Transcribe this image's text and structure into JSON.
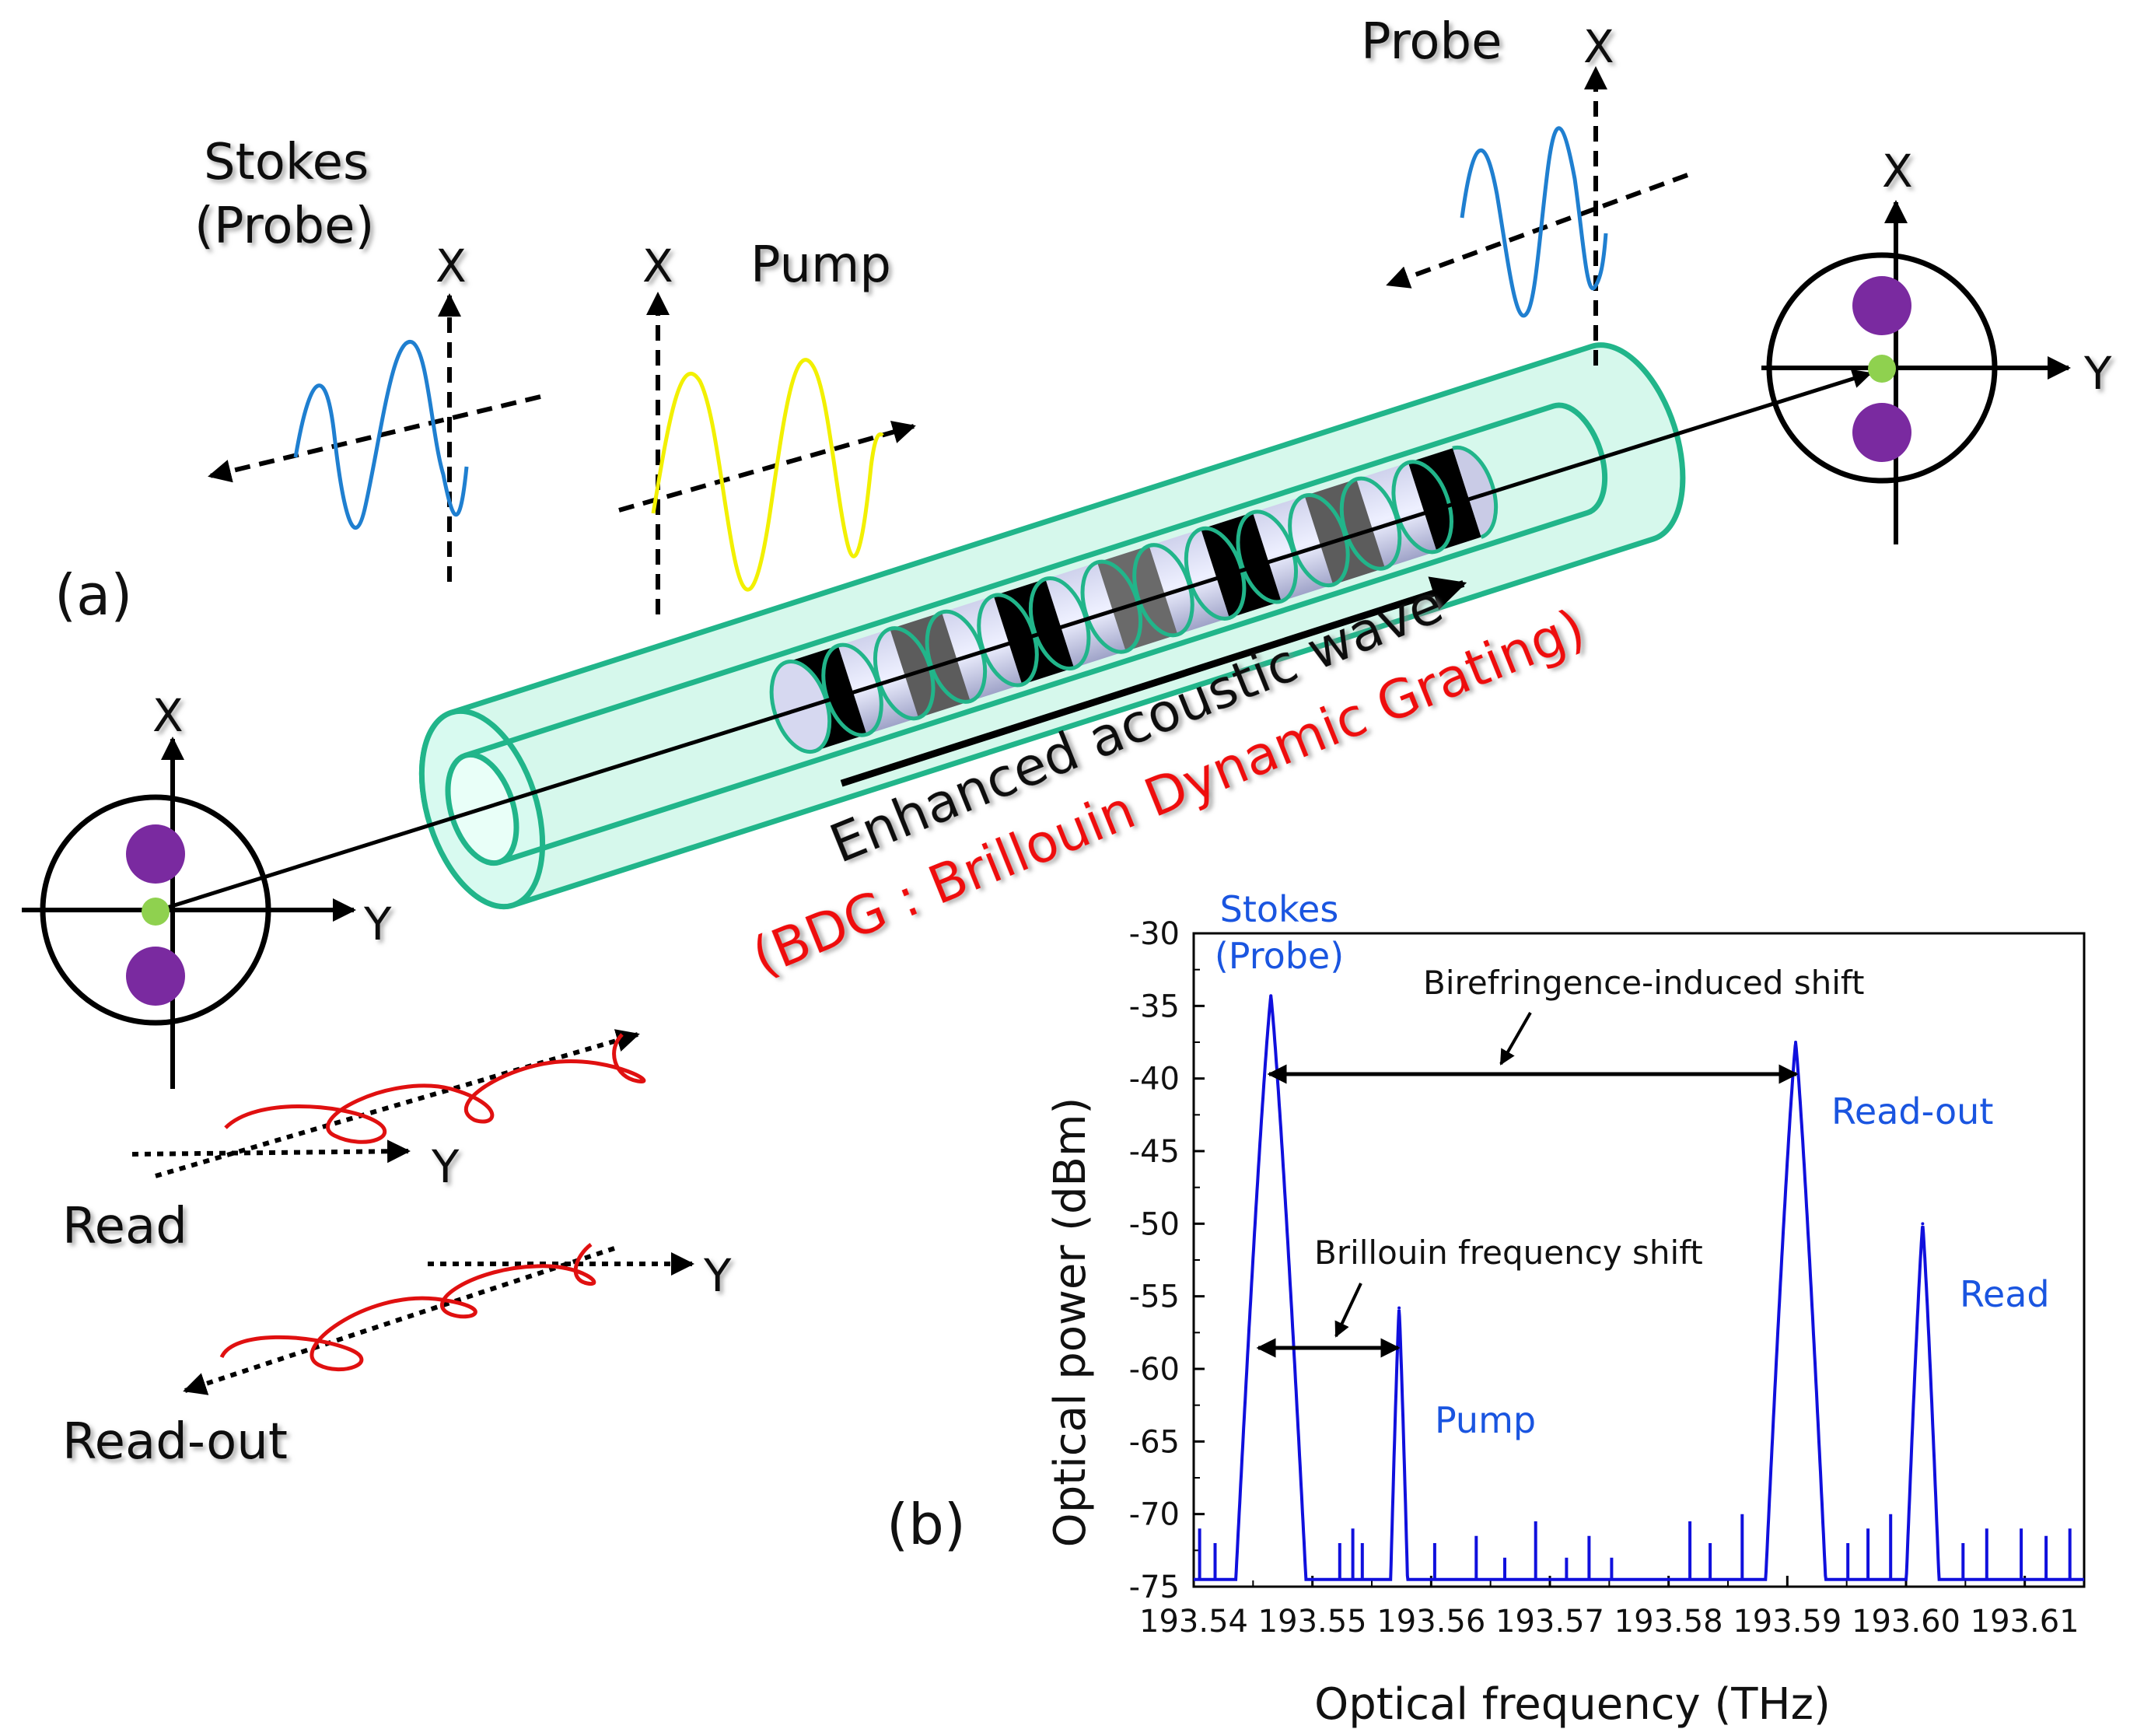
{
  "panel_a": {
    "panel_label": "(a)",
    "stokes_label_line1": "Stokes",
    "stokes_label_line2": "(Probe)",
    "pump_label": "Pump",
    "probe_label": "Probe",
    "read_label": "Read",
    "readout_label": "Read-out",
    "axis_x": "X",
    "axis_y": "Y",
    "wave_label": "Enhanced acoustic wave",
    "bdg_label": "(BDG : Brillouin Dynamic Grating)",
    "colors": {
      "fiber": "#21b58a",
      "fiber_fill": "#c8f5e6",
      "stokes_wave": "#1f7fd0",
      "pump_wave": "#f2f000",
      "read_wave": "#e01010",
      "mode_lobe": "#7a2aa0",
      "core_dot": "#8fd14f",
      "bdg_text": "#ee1111"
    }
  },
  "panel_b": {
    "panel_label": "(b)",
    "peak_labels": {
      "stokes_line1": "Stokes",
      "stokes_line2": "(Probe)",
      "pump": "Pump",
      "readout": "Read-out",
      "read": "Read"
    },
    "annotations": {
      "birefringence": "Birefringence-induced shift",
      "brillouin": "Brillouin frequency shift"
    },
    "line_color": "#1010dd",
    "label_color": "#1a55e0"
  },
  "chart_data": {
    "type": "line",
    "title": "",
    "xlabel": "Optical frequency (THz)",
    "ylabel": "Optical power (dBm)",
    "xlim": [
      193.54,
      193.615
    ],
    "ylim": [
      -75,
      -30
    ],
    "xticks": [
      "193.54",
      "193.55",
      "193.56",
      "193.57",
      "193.58",
      "193.59",
      "193.60",
      "193.61"
    ],
    "yticks": [
      "-30",
      "-35",
      "-40",
      "-45",
      "-50",
      "-55",
      "-60",
      "-65",
      "-70",
      "-75"
    ],
    "floor": -74.5,
    "peaks": [
      {
        "label": "Stokes (Probe)",
        "x": 193.5465,
        "y": -34.3
      },
      {
        "label": "Pump",
        "x": 193.5573,
        "y": -55.8
      },
      {
        "label": "Read-out",
        "x": 193.5907,
        "y": -37.5
      },
      {
        "label": "Read",
        "x": 193.6014,
        "y": -50.0
      }
    ],
    "noise_spikes": [
      {
        "x": 193.5405,
        "y": -71
      },
      {
        "x": 193.5418,
        "y": -72
      },
      {
        "x": 193.5523,
        "y": -72
      },
      {
        "x": 193.5534,
        "y": -71
      },
      {
        "x": 193.5542,
        "y": -72
      },
      {
        "x": 193.5603,
        "y": -72
      },
      {
        "x": 193.5638,
        "y": -71.5
      },
      {
        "x": 193.5662,
        "y": -73
      },
      {
        "x": 193.5688,
        "y": -70.5
      },
      {
        "x": 193.5714,
        "y": -73
      },
      {
        "x": 193.5733,
        "y": -71.5
      },
      {
        "x": 193.5752,
        "y": -73
      },
      {
        "x": 193.5818,
        "y": -70.5
      },
      {
        "x": 193.5835,
        "y": -72
      },
      {
        "x": 193.5862,
        "y": -70
      },
      {
        "x": 193.5951,
        "y": -72
      },
      {
        "x": 193.5968,
        "y": -71
      },
      {
        "x": 193.5987,
        "y": -70
      },
      {
        "x": 193.6048,
        "y": -72
      },
      {
        "x": 193.6068,
        "y": -71
      },
      {
        "x": 193.6097,
        "y": -71
      },
      {
        "x": 193.6118,
        "y": -71.5
      },
      {
        "x": 193.6138,
        "y": -71
      }
    ]
  }
}
